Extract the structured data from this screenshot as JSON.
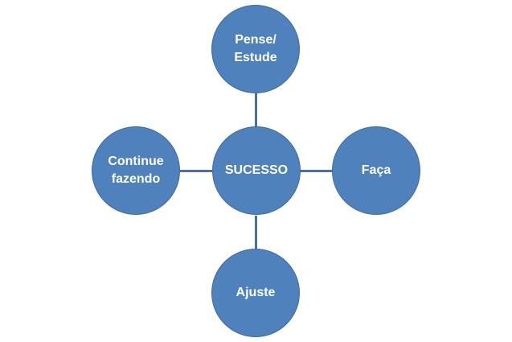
{
  "diagram": {
    "center": {
      "label": "SUCESSO"
    },
    "top": {
      "label": "Pense/\nEstude"
    },
    "right": {
      "label": "Faça"
    },
    "bottom": {
      "label": "Ajuste"
    },
    "left": {
      "label": "Continue\nfazendo"
    }
  },
  "colors": {
    "node_fill": "#4f81bd",
    "node_border": "#3d6aa0",
    "connector": "#4a6fa5",
    "text": "#ffffff"
  }
}
